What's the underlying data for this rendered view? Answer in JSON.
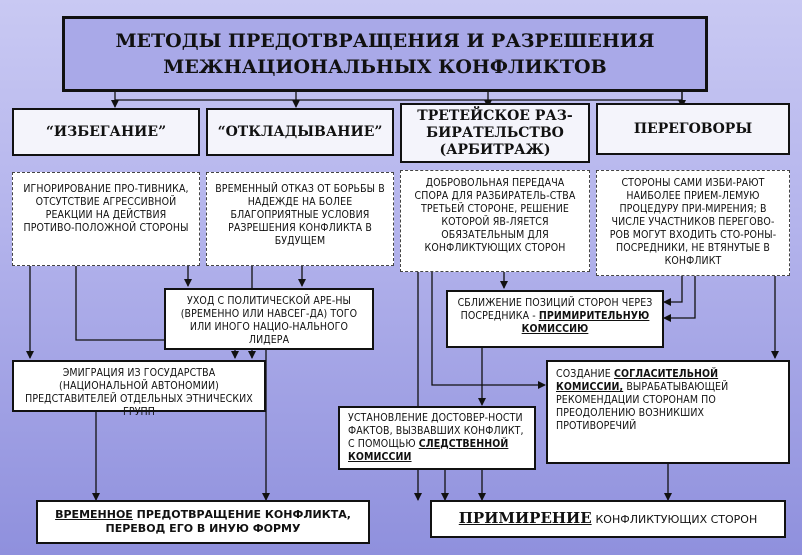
{
  "title": {
    "line1": "МЕТОДЫ ПРЕДОТВРАЩЕНИЯ И РАЗРЕШЕНИЯ",
    "line2": "МЕЖНАЦИОНАЛЬНЫХ КОНФЛИКТОВ"
  },
  "methods": [
    {
      "title": "“ИЗБЕГАНИЕ”",
      "desc": "ИГНОРИРОВАНИЕ ПРО-ТИВНИКА, ОТСУТСТВИЕ АГРЕССИВНОЙ РЕАКЦИИ НА ДЕЙСТВИЯ ПРОТИВО-ПОЛОЖНОЙ СТОРОНЫ"
    },
    {
      "title": "“ОТКЛАДЫВАНИЕ”",
      "desc": "ВРЕМЕННЫЙ ОТКАЗ ОТ БОРЬБЫ В НАДЕЖДЕ НА БОЛЕЕ БЛАГОПРИЯТНЫЕ УСЛОВИЯ РАЗРЕШЕНИЯ КОНФЛИКТА В БУДУЩЕМ"
    },
    {
      "title": "ТРЕТЕЙСКОЕ РАЗ-БИРАТЕЛЬСТВО (АРБИТРАЖ)",
      "desc": "ДОБРОВОЛЬНАЯ ПЕРЕДАЧА СПОРА ДЛЯ РАЗБИРАТЕЛЬ-СТВА ТРЕТЬЕЙ СТОРОНЕ, РЕШЕНИЕ КОТОРОЙ ЯВ-ЛЯЕТСЯ ОБЯЗАТЕЛЬНЫМ ДЛЯ КОНФЛИКТУЮЩИХ СТОРОН"
    },
    {
      "title": "ПЕРЕГОВОРЫ",
      "desc": "СТОРОНЫ САМИ ИЗБИ-РАЮТ НАИБОЛЕЕ ПРИЕМ-ЛЕМУЮ ПРОЦЕДУРУ ПРИ-МИРЕНИЯ; В ЧИСЛЕ УЧАСТНИКОВ ПЕРЕГОВО-РОВ МОГУТ ВХОДИТЬ СТО-РОНЫ-ПОСРЕДНИКИ, НЕ ВТЯНУТЫЕ В КОНФЛИКТ"
    }
  ],
  "leader": "УХОД С ПОЛИТИЧЕСКОЙ АРЕ-НЫ (ВРЕМЕННО ИЛИ НАВСЕГ-ДА) ТОГО ИЛИ ИНОГО НАЦИО-НАЛЬНОГО ЛИДЕРА",
  "emigration": "ЭМИГРАЦИЯ ИЗ ГОСУДАРСТВА (НАЦИОНАЛЬНОЙ АВТОНОМИИ) ПРЕДСТАВИТЕЛЕЙ ОТДЕЛЬНЫХ ЭТНИЧЕСКИХ ГРУПП",
  "mediator": {
    "pre": "СБЛИЖЕНИЕ ПОЗИЦИЙ СТОРОН ЧЕРЕЗ ПОСРЕДНИКА -",
    "highlight": "ПРИМИРИТЕЛЬНУЮ КОМИССИЮ"
  },
  "conciliation": {
    "pre": "СОЗДАНИЕ",
    "highlight": "СОГЛАСИТЕЛЬНОЙ КОМИССИИ,",
    "post": "ВЫРАБАТЫВАЮЩЕЙ РЕКОМЕНДАЦИИ СТОРОНАМ ПО ПРЕОДОЛЕНИЮ ВОЗНИКШИХ ПРОТИВОРЕЧИЙ"
  },
  "investigation": {
    "pre": "УСТАНОВЛЕНИЕ ДОСТОВЕР-НОСТИ ФАКТОВ, ВЫЗВАВШИХ КОНФЛИКТ, С ПОМОЩЬЮ",
    "highlight": "СЛЕДСТВЕННОЙ КОМИССИИ"
  },
  "result_left": {
    "highlight": "ВРЕМЕННОЕ",
    "rest": "ПРЕДОТВРАЩЕНИЕ КОНФЛИКТА, ПЕРЕВОД ЕГО В ИНУЮ ФОРМУ"
  },
  "result_right": {
    "highlight": "ПРИМИРЕНИЕ",
    "rest": "КОНФЛИКТУЮЩИХ СТОРОН"
  }
}
